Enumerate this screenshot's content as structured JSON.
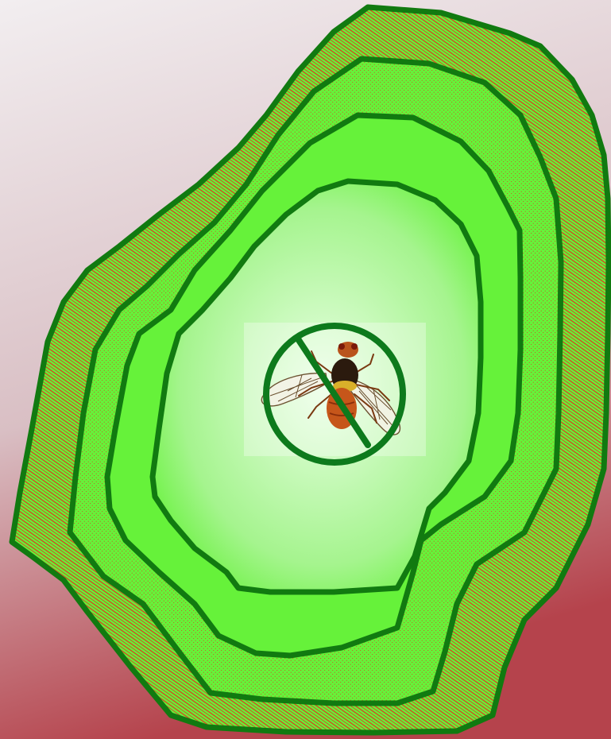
{
  "colors": {
    "background_top": "#f2eef0",
    "background_mid": "#d9bfc4",
    "background_bottom": "#b5434c",
    "zone_fill": "#66f23a",
    "zone_outline": "#117a10",
    "zone_hatch": "#d24a1e",
    "core_light": "#e9ffe4",
    "core_mid": "#a5f48e",
    "prohibition_sign": "#0d7a1c"
  },
  "diagram": {
    "zones": [
      {
        "name": "outer-zone",
        "pattern": "diagonal-hatch"
      },
      {
        "name": "second-zone",
        "pattern": "stipple"
      },
      {
        "name": "third-zone",
        "pattern": "solid"
      },
      {
        "name": "core-zone",
        "pattern": "radial-gradient"
      }
    ],
    "center_symbol": "no-fruit-fly"
  }
}
